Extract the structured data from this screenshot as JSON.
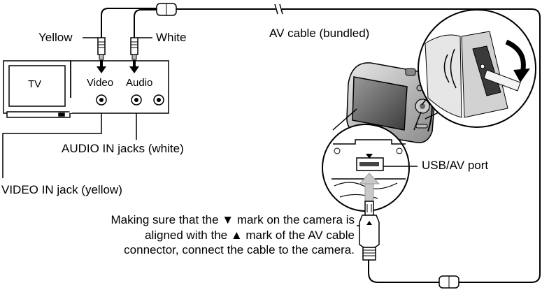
{
  "labels": {
    "yellow": "Yellow",
    "white": "White",
    "av_cable": "AV cable (bundled)",
    "tv": "TV",
    "video": "Video",
    "audio": "Audio",
    "audio_in": "AUDIO IN jacks (white)",
    "video_in": "VIDEO IN jack (yellow)",
    "usb_av_port": "USB/AV port"
  },
  "note": {
    "line1": "Making sure that the ▼ mark on the camera is",
    "line2": "aligned with the ▲ mark of the AV cable",
    "line3": "connector, connect the cable to the camera."
  }
}
